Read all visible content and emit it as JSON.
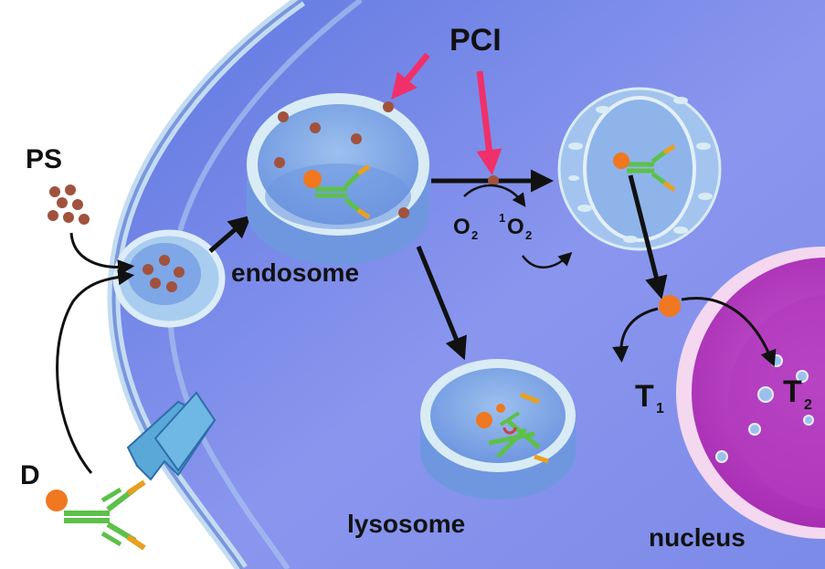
{
  "labels": {
    "ps": "PS",
    "d": "D",
    "pci": "PCI",
    "endosome": "endosome",
    "lysosome": "lysosome",
    "nucleus": "nucleus",
    "o2": "O",
    "o2_sub": "2",
    "singlet_sup": "1",
    "singlet": "O",
    "singlet_sub": "2",
    "t1": "T",
    "t1_sub": "1",
    "t2": "T",
    "t2_sub": "2"
  },
  "colors": {
    "cell_interior": "#6f86e6",
    "cell_interior_light": "#9aa7f0",
    "membrane": "#b8d2ee",
    "vesicle_fill": "#7fa6e6",
    "vesicle_rim": "#d9ecf5",
    "ps_particle": "#a0523d",
    "drug": "#f07820",
    "antibody_green": "#5dc04a",
    "antibody_orange": "#e8a020",
    "pci_arrow": "#f0306a",
    "nucleus": "#c040c8",
    "nucleus_rim": "#f4d8f0",
    "receptor": "#5aa8d8"
  }
}
